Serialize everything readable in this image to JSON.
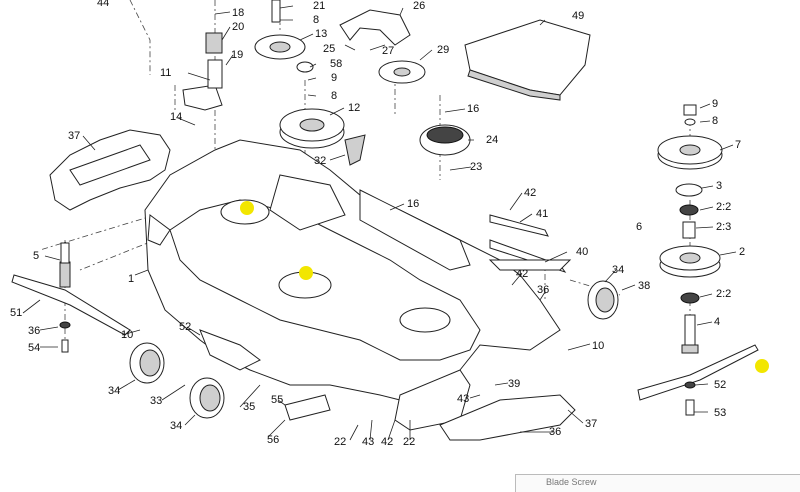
{
  "callouts": [
    "44",
    "21",
    "8",
    "26",
    "49",
    "18",
    "20",
    "13",
    "19",
    "25",
    "27",
    "29",
    "11",
    "58",
    "9",
    "8",
    "12",
    "16",
    "9",
    "8",
    "37",
    "14",
    "32",
    "24",
    "7",
    "23",
    "3",
    "42",
    "16",
    "41",
    "2:2",
    "6",
    "2:3",
    "40",
    "2",
    "5",
    "1",
    "42",
    "34",
    "38",
    "2:2",
    "36",
    "4",
    "51",
    "10",
    "52",
    "36",
    "54",
    "10",
    "34",
    "39",
    "52",
    "33",
    "55",
    "43",
    "37",
    "53",
    "34",
    "35",
    "56",
    "22",
    "43",
    "42",
    "22",
    "36"
  ],
  "footer": {
    "text": "Blade Screw"
  },
  "colors": {
    "highlight": "#f2e600",
    "line": "#222222"
  }
}
